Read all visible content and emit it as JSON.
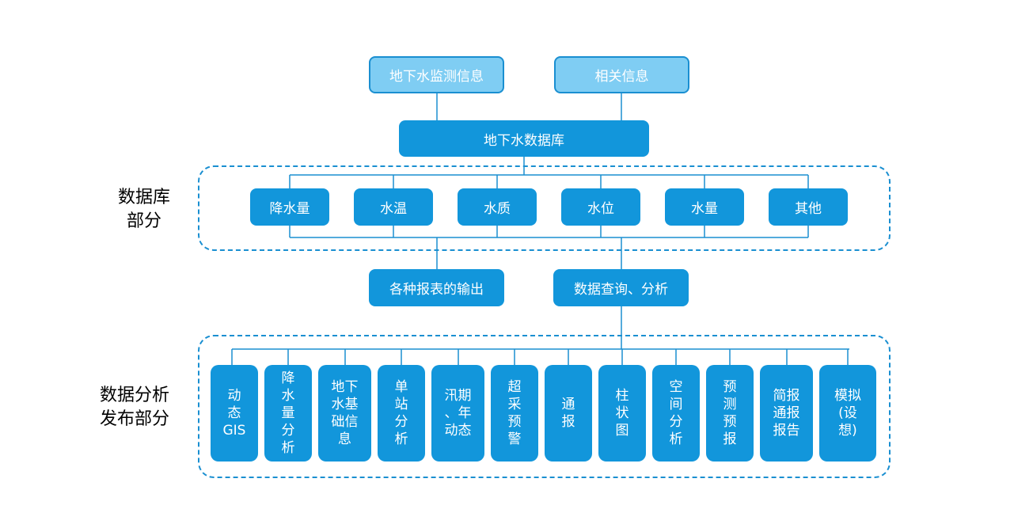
{
  "sources": {
    "left": "地下水监测信息",
    "right": "相关信息"
  },
  "database": {
    "title": "地下水数据库"
  },
  "database_section": {
    "label": "数据库\n部分",
    "items": [
      "降水量",
      "水温",
      "水质",
      "水位",
      "水量",
      "其他"
    ]
  },
  "outputs": {
    "reports": "各种报表的输出",
    "query": "数据查询、分析"
  },
  "analysis_section": {
    "label": "数据分析\n发布部分",
    "items": [
      "动\n态\nGIS",
      "降\n水\n量\n分\n析",
      "地下\n水基\n础信\n息",
      "单\n站\n分\n析",
      "汛期\n、年\n动态",
      "超\n采\n预\n警",
      "通\n报",
      "柱\n状\n图",
      "空\n间\n分\n析",
      "预\n测\n预\n报",
      "简报\n通报\n报告",
      "模拟\n(设\n想)"
    ]
  },
  "colors": {
    "primary": "#1296db",
    "light": "#7fcdf3",
    "border": "#1a8fd1"
  }
}
